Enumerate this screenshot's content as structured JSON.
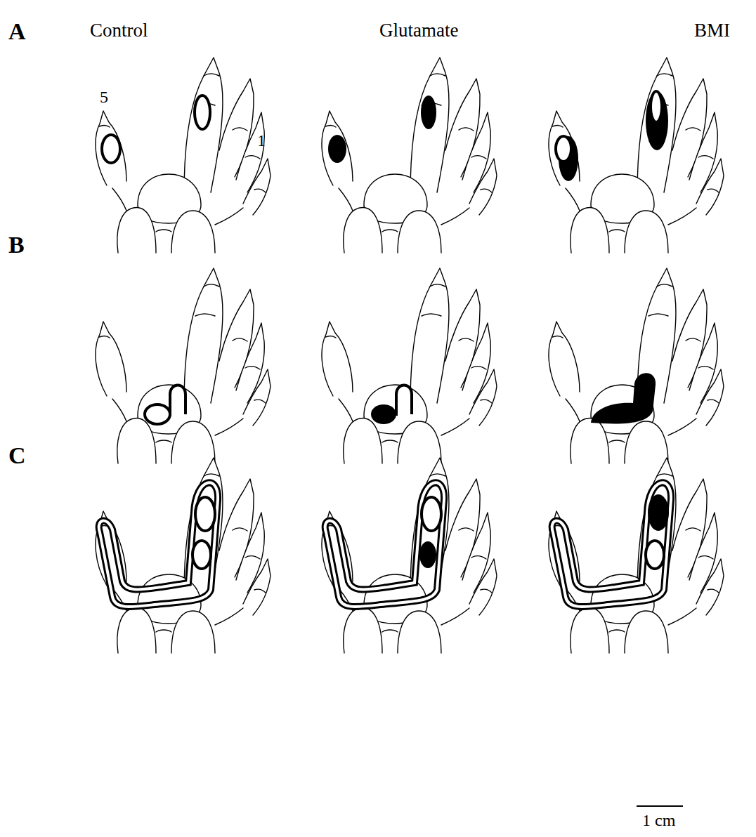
{
  "diagram": {
    "labels": [
      "A",
      "Control",
      "Glutamate",
      "BMI",
      "5",
      "1",
      "B",
      "C",
      "1 cm"
    ]
  }
}
